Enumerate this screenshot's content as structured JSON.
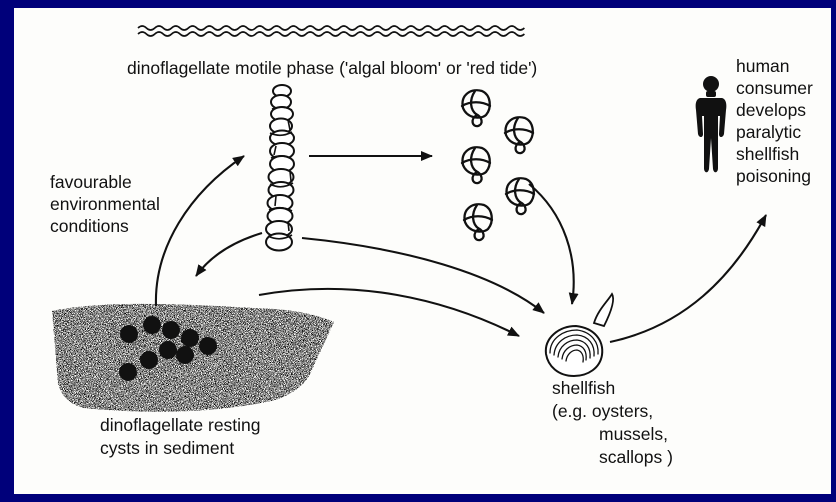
{
  "diagram": {
    "motile_phase_label": "dinoflagellate motile phase ('algal bloom' or 'red tide')",
    "conditions_label": [
      "favourable",
      "environmental",
      "conditions"
    ],
    "cysts_label": [
      "dinoflagellate resting",
      "cysts in sediment"
    ],
    "shellfish_label": [
      "shellfish",
      "(e.g. oysters,",
      "mussels,",
      "scallops )"
    ],
    "human_label": [
      "human",
      "consumer",
      "develops",
      "paralytic",
      "shellfish",
      "poisoning"
    ]
  }
}
